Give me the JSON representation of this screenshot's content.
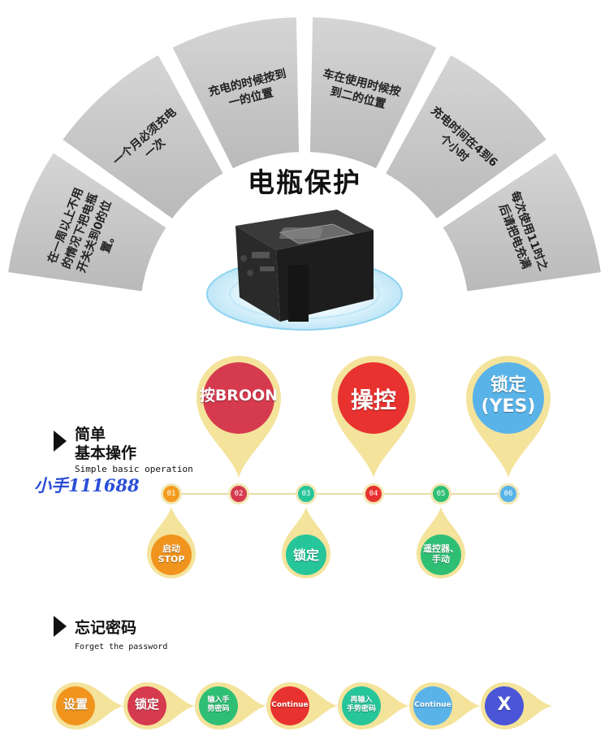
{
  "arc": {
    "segments": [
      {
        "label": "在一周以上不用的情况下把电瓶开关关到0的位置。"
      },
      {
        "label": "一个月必须充电一次"
      },
      {
        "label": "充电的时候按到一的位置"
      },
      {
        "label": "车在使用时候按到二的位置"
      },
      {
        "label": "充电时间在4到6个小时"
      },
      {
        "label": "每次使用11时之后请把电充满"
      }
    ],
    "center_title": "电瓶保护"
  },
  "basic": {
    "title_line1": "简单",
    "title_line2": "基本操作",
    "subtitle": "Simple basic operation",
    "watermark": "小手111688",
    "steps": [
      "01",
      "02",
      "03",
      "04",
      "05",
      "06"
    ],
    "top_pins": [
      {
        "label": "按BROON",
        "color": "#d63a4e"
      },
      {
        "label": "操控",
        "color": "#e8322f"
      },
      {
        "label_line1": "锁定",
        "label_line2": "(YES)",
        "color": "#59b3e8"
      }
    ],
    "bottom_drops": [
      {
        "label_line1": "启动",
        "label_line2": "STOP",
        "color": "#f0941e"
      },
      {
        "label": "锁定",
        "color": "#27c59a"
      },
      {
        "label_line1": "遥控器、",
        "label_line2": "手动",
        "color": "#2fbf74"
      }
    ],
    "step_colors": [
      "#f39c1f",
      "#d63a4e",
      "#27c59a",
      "#e8322f",
      "#2fbf74",
      "#59b3e8"
    ]
  },
  "forget": {
    "title": "忘记密码",
    "subtitle": "Forget the password",
    "steps": [
      {
        "label": "设置",
        "color": "#f0941e"
      },
      {
        "label": "锁定",
        "color": "#d63a4e"
      },
      {
        "label_line1": "输入手",
        "label_line2": "势密码",
        "color": "#2fbf74"
      },
      {
        "label": "Continue",
        "color": "#e8322f"
      },
      {
        "label_line1": "再输入",
        "label_line2": "手势密码",
        "color": "#27c59a"
      },
      {
        "label": "Continue",
        "color": "#59b3e8"
      },
      {
        "label": "X",
        "color": "#4a55d8"
      }
    ]
  }
}
